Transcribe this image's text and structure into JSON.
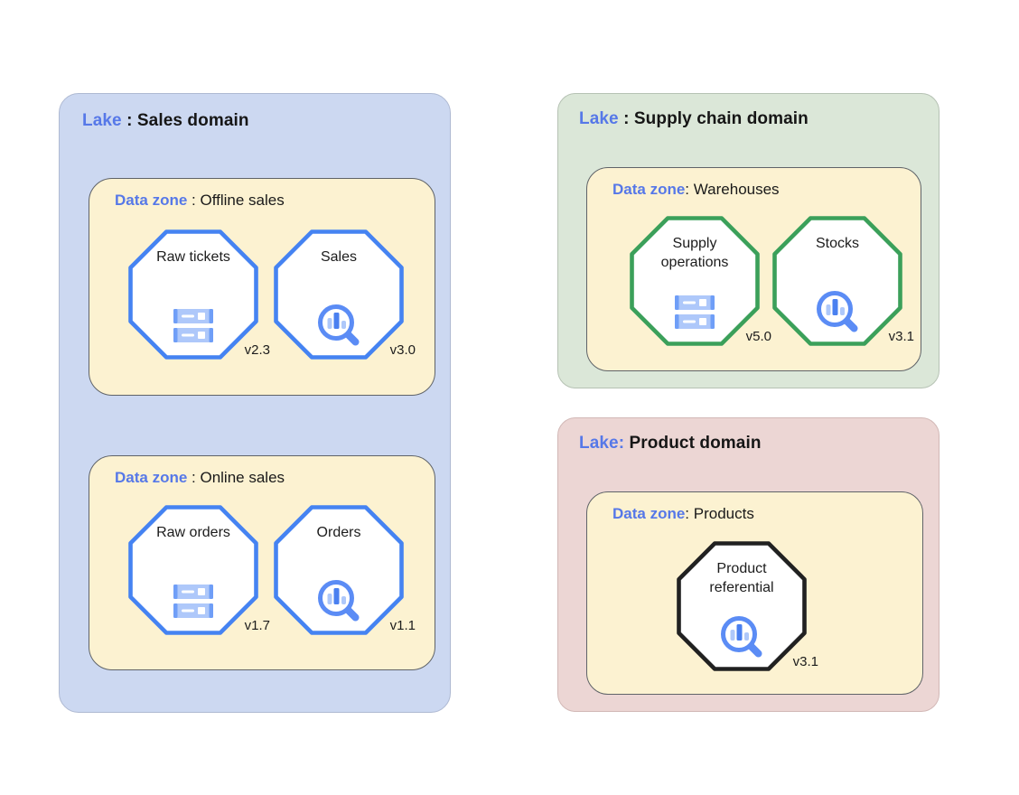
{
  "palette": {
    "label_blue": "#5678e8",
    "lake_sales_bg": "#ccd8f1",
    "lake_supply_bg": "#dbe7d8",
    "lake_product_bg": "#ecd6d4",
    "zone_bg": "#fcf2d1",
    "zone_border": "#5f6368",
    "entity_border_blue": "#4583f2",
    "entity_border_green": "#3ba05a",
    "entity_border_black": "#212121",
    "icon_blue": "#5b8cf5",
    "icon_dark_blue": "#4a80f0",
    "icon_light_blue": "#aec8fa"
  },
  "lakes": [
    {
      "label": "Lake",
      "separator": " : ",
      "name": "Sales domain",
      "zones": [
        {
          "label": "Data zone",
          "separator": " : ",
          "name": "Offline sales",
          "entities": [
            {
              "name": "Raw tickets",
              "version": "v2.3",
              "icon": "storage-icon"
            },
            {
              "name": "Sales",
              "version": "v3.0",
              "icon": "search-chart-icon"
            }
          ]
        },
        {
          "label": "Data zone",
          "separator": " : ",
          "name": "Online sales",
          "entities": [
            {
              "name": "Raw orders",
              "version": "v1.7",
              "icon": "storage-icon"
            },
            {
              "name": "Orders",
              "version": "v1.1",
              "icon": "search-chart-icon"
            }
          ]
        }
      ]
    },
    {
      "label": "Lake",
      "separator": " : ",
      "name": "Supply chain domain",
      "zones": [
        {
          "label": "Data zone",
          "separator": ": ",
          "name": "Warehouses",
          "entities": [
            {
              "name": "Supply operations",
              "version": "v5.0",
              "icon": "storage-icon"
            },
            {
              "name": "Stocks",
              "version": "v3.1",
              "icon": "search-chart-icon"
            }
          ]
        }
      ]
    },
    {
      "label": "Lake:",
      "separator": " ",
      "name": "Product domain",
      "zones": [
        {
          "label": "Data zone",
          "separator": ": ",
          "name": "Products",
          "entities": [
            {
              "name": "Product referential",
              "version": "v3.1",
              "icon": "search-chart-icon"
            }
          ]
        }
      ]
    }
  ]
}
